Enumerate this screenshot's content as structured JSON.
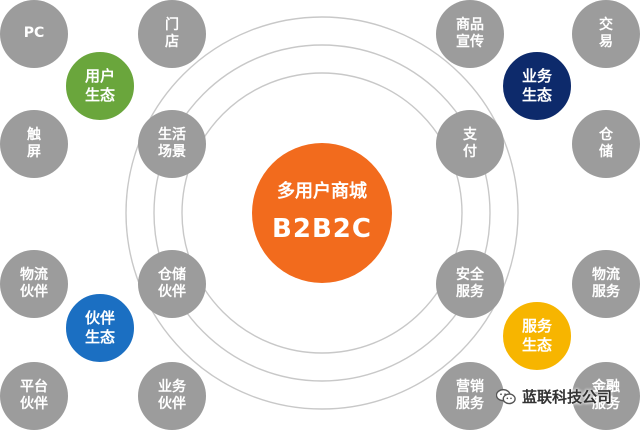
{
  "center": {
    "line1": "多用户商城",
    "line2": "B2B2C",
    "color": "#f26b1d"
  },
  "hubs": {
    "user": {
      "line1": "用户",
      "line2": "生态",
      "color": "#6aa63c"
    },
    "business": {
      "line1": "业务",
      "line2": "生态",
      "color": "#0d2a6b"
    },
    "partner": {
      "line1": "伙伴",
      "line2": "生态",
      "color": "#1b6fc2"
    },
    "service": {
      "line1": "服务",
      "line2": "生态",
      "color": "#f7b500"
    }
  },
  "satellites": {
    "pc": [
      "PC"
    ],
    "store": [
      "门",
      "店"
    ],
    "touch": [
      "触",
      "屏"
    ],
    "life": [
      "生活",
      "场景"
    ],
    "promo": [
      "商品",
      "宣传"
    ],
    "trade": [
      "交",
      "易"
    ],
    "pay": [
      "支",
      "付"
    ],
    "storage": [
      "仓",
      "储"
    ],
    "logistics": [
      "物流",
      "伙伴"
    ],
    "warehouse": [
      "仓储",
      "伙伴"
    ],
    "platform": [
      "平台",
      "伙伴"
    ],
    "bizpartner": [
      "业务",
      "伙伴"
    ],
    "security": [
      "安全",
      "服务"
    ],
    "logisticsvc": [
      "物流",
      "服务"
    ],
    "marketing": [
      "营销",
      "服务"
    ],
    "finance": [
      "金融",
      "服务"
    ]
  },
  "watermark": {
    "text": "蓝联科技公司"
  }
}
